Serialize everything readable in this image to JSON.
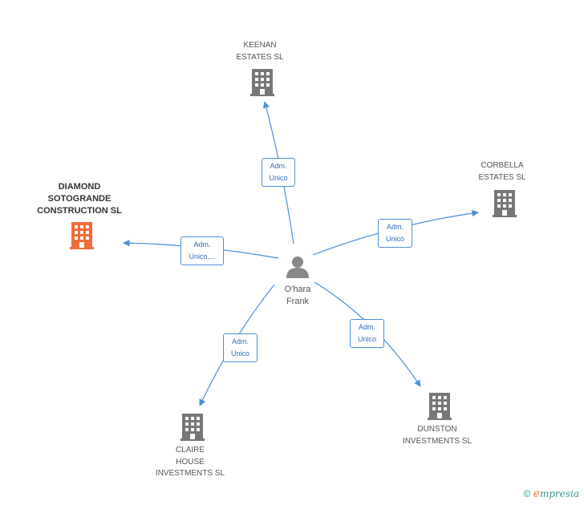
{
  "center": {
    "line1": "O'hara",
    "line2": "Frank"
  },
  "nodes": {
    "keenan": {
      "line1": "KEENAN",
      "line2": "ESTATES SL"
    },
    "corbella": {
      "line1": "CORBELLA",
      "line2": "ESTATES SL"
    },
    "diamond": {
      "line1": "DIAMOND",
      "line2": "SOTOGRANDE",
      "line3": "CONSTRUCTION SL"
    },
    "claire": {
      "line1": "CLAIRE",
      "line2": "HOUSE",
      "line3": "INVESTMENTS SL"
    },
    "dunston": {
      "line1": "DUNSTON",
      "line2": "INVESTMENTS SL"
    }
  },
  "edges": {
    "keenan": {
      "line1": "Adm.",
      "line2": "Unico"
    },
    "corbella": {
      "line1": "Adm.",
      "line2": "Unico"
    },
    "diamond": {
      "line1": "Adm.",
      "line2": "Unico,..."
    },
    "claire": {
      "line1": "Adm.",
      "line2": "Unico"
    },
    "dunston": {
      "line1": "Adm.",
      "line2": "Unico"
    }
  },
  "brand": {
    "copyright": "©",
    "e": "e",
    "rest": "mpresia"
  },
  "colors": {
    "edge": "#4a8fd9",
    "building": "#777777",
    "highlight": "#f26b3a",
    "person": "#888888"
  }
}
